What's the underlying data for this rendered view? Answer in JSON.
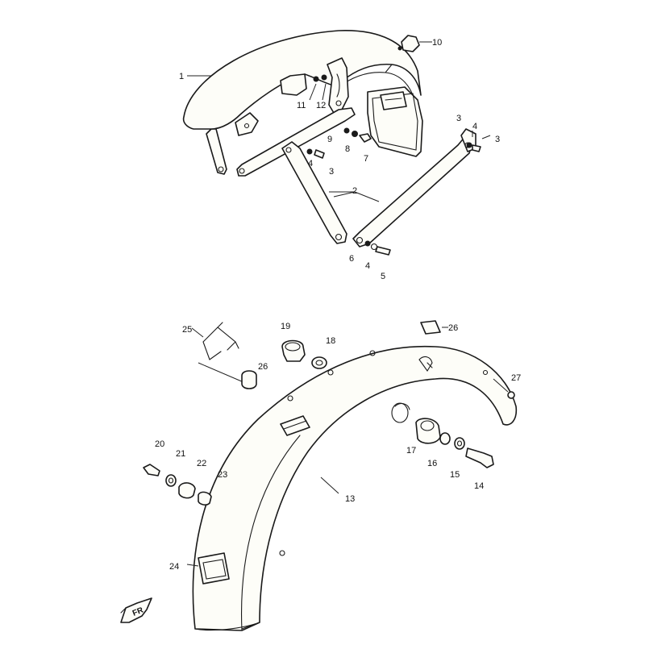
{
  "diagram": {
    "callouts": [
      "1",
      "2",
      "3",
      "3",
      "3",
      "4",
      "4",
      "4",
      "5",
      "6",
      "7",
      "8",
      "9",
      "10",
      "11",
      "12",
      "13",
      "14",
      "15",
      "16",
      "17",
      "18",
      "19",
      "20",
      "21",
      "22",
      "23",
      "24",
      "25",
      "26",
      "26",
      "27"
    ],
    "direction_marker": "FR"
  }
}
